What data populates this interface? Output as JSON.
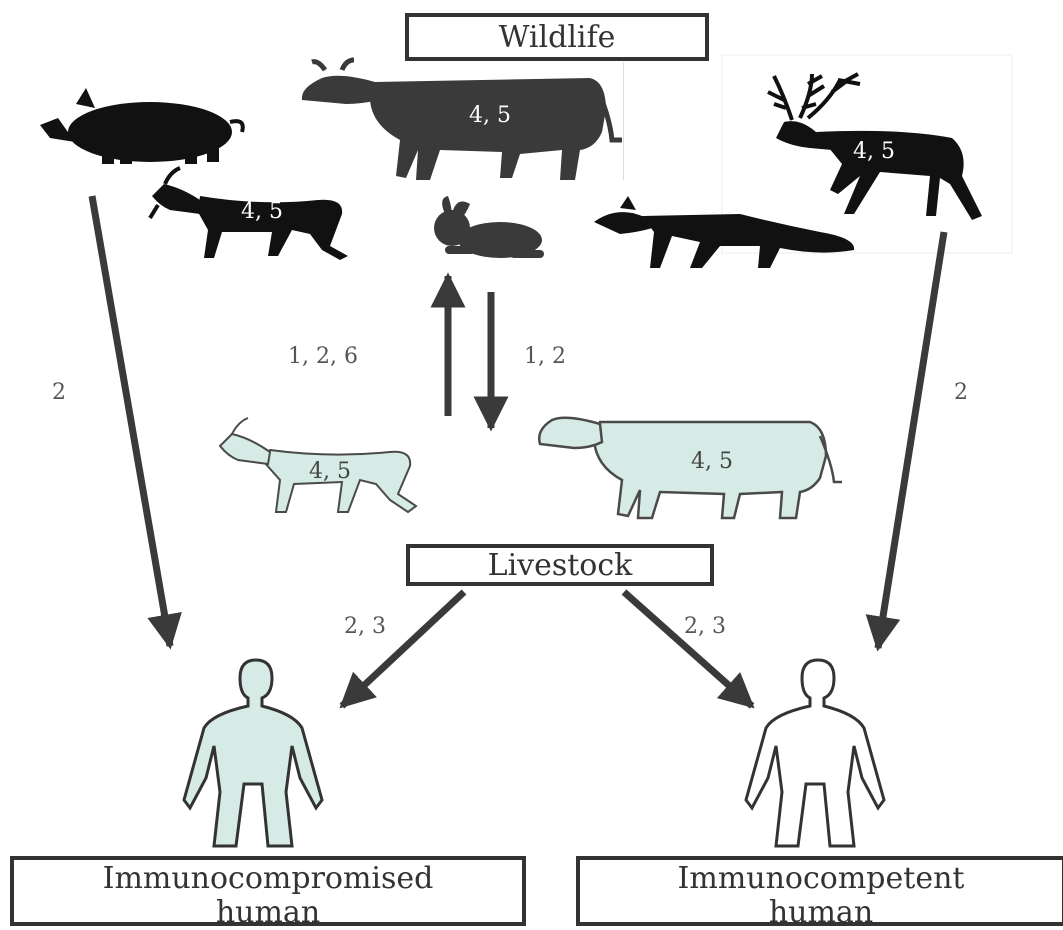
{
  "boxes": {
    "wildlife": "Wildlife",
    "livestock": "Livestock",
    "immunocompromised_line1": "Immunocompromised",
    "immunocompromised_line2": "human",
    "immunocompetent_line1": "Immunocompetent",
    "immunocompetent_line2": "human"
  },
  "animal_labels": {
    "wild_cow": "4, 5",
    "wild_goat": "4, 5",
    "deer": "4, 5",
    "livestock_goat": "4, 5",
    "livestock_cow": "4, 5"
  },
  "arrow_labels": {
    "pig_to_human": "2",
    "livestock_to_wildlife": "1, 2, 6",
    "wildlife_to_livestock": "1, 2",
    "deer_to_human": "2",
    "livestock_to_immunocompromised": "2, 3",
    "livestock_to_immunocompetent": "2, 3"
  },
  "colors": {
    "wildlife_silhouette": "#1a1a1a",
    "livestock_fill": "#d6ebe6",
    "outline": "#4a4a4a",
    "arrow": "#3a3a3a"
  },
  "icons": [
    "pig-icon",
    "cow-icon",
    "goat-icon",
    "rabbit-icon",
    "fox-icon",
    "deer-icon",
    "human-icon"
  ]
}
